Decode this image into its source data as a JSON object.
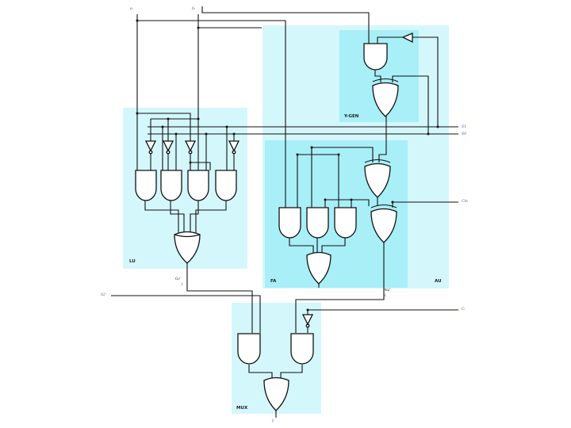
{
  "blocks": {
    "ygen": "Y-GEN",
    "lu": "LU",
    "fa": "FA",
    "au": "AU",
    "mux": "MUX"
  },
  "pins": {
    "a": "aᵢ",
    "b": "bᵢ",
    "s1": "S1",
    "s0": "S0",
    "cin": "Cin",
    "s2": "S2",
    "cout": "Cᵢ",
    "out": "fᵢ"
  },
  "signals": {
    "lu_out": "Gᵢ/",
    "lu_out_sub": "i",
    "au_out": "Au/",
    "au_out_sub": "i"
  },
  "colors": {
    "block_fill": "#d4f7fb",
    "block_fill_inner": "#a8eff8",
    "wire": "#111111"
  }
}
